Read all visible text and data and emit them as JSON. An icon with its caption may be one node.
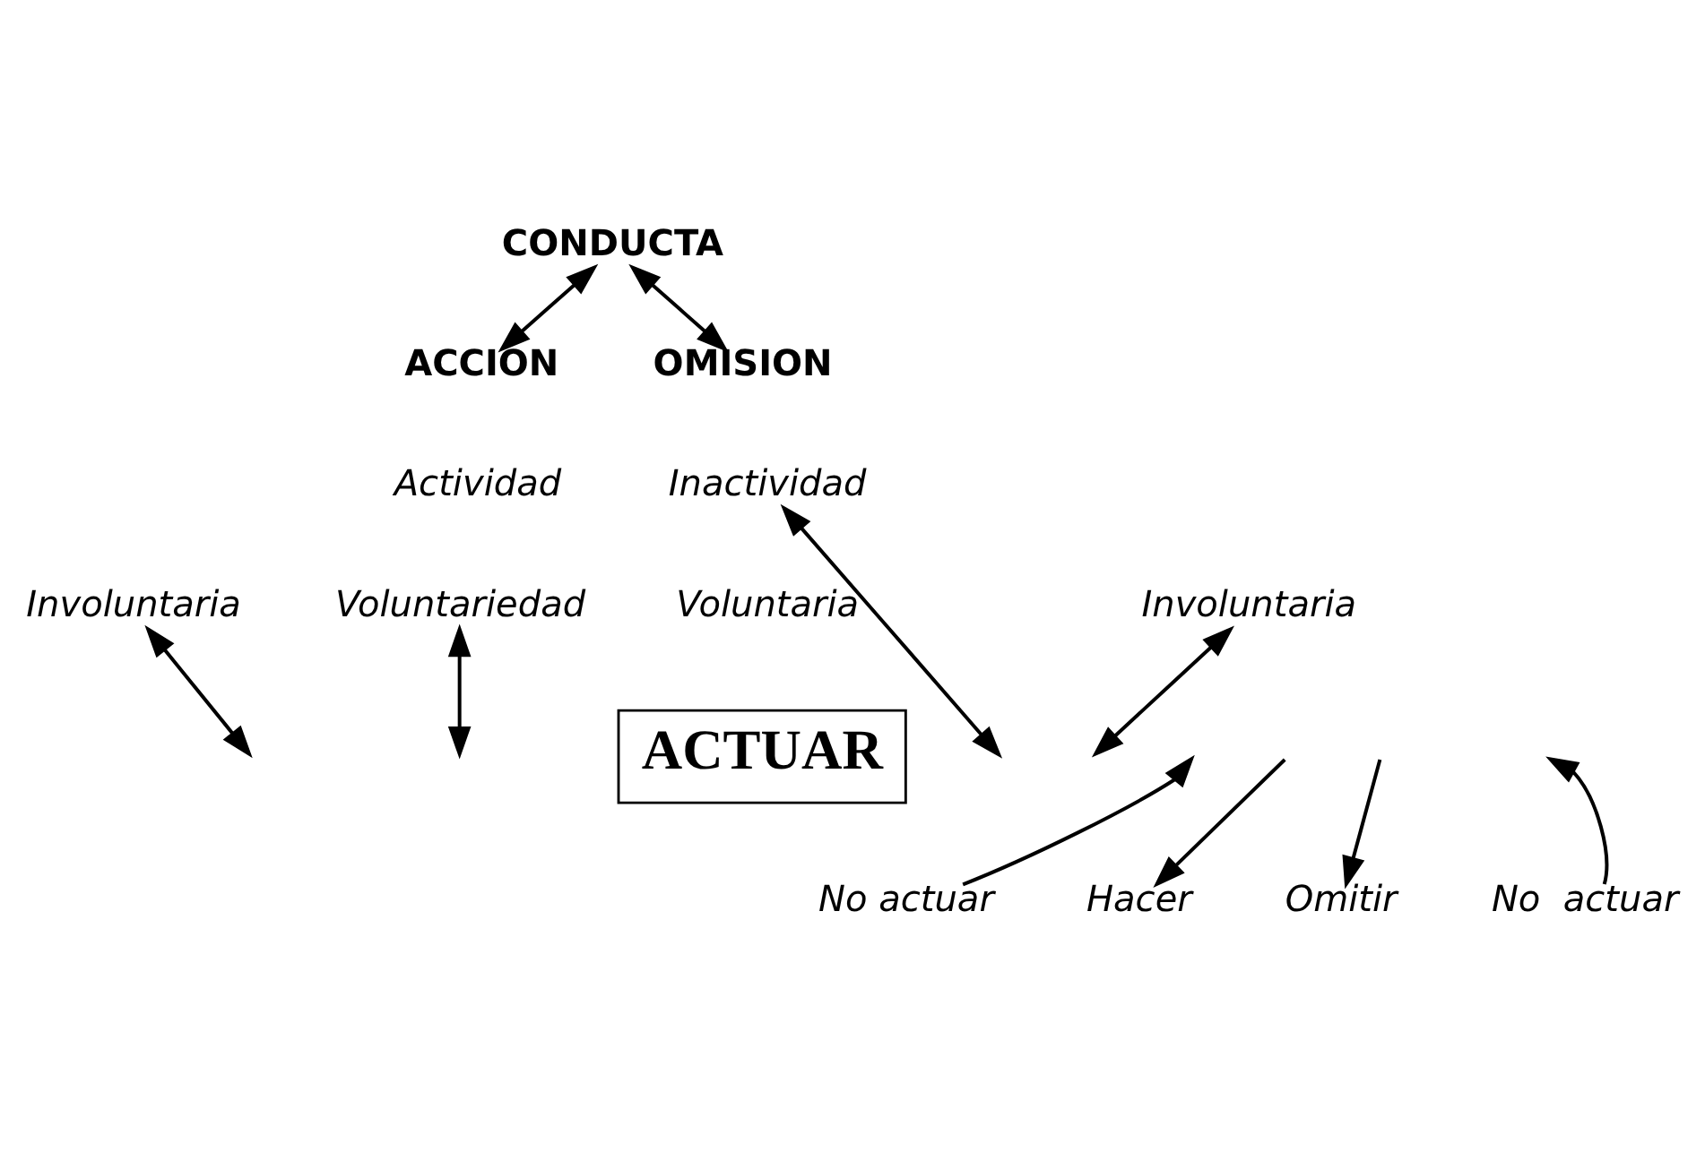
{
  "diagram": {
    "nodes": [
      {
        "text": [
          "CONDUCTA"
        ]
      },
      {
        "text": [
          "ACCION"
        ]
      },
      {
        "text": [
          "OMISION"
        ]
      },
      {
        "text": [
          "Actividad"
        ]
      },
      {
        "text": [
          "Involuntaria"
        ]
      },
      {
        "text": [
          "Voluntariedad"
        ]
      },
      {
        "text": [
          "Inactividad"
        ]
      },
      {
        "text": [
          "Voluntaria"
        ]
      },
      {
        "text": [
          "Involuntaria"
        ]
      },
      {
        "text": [
          "ACTUAR"
        ]
      },
      {
        "text": [
          "No actuar"
        ]
      },
      {
        "text": [
          "Hacer"
        ]
      },
      {
        "text": [
          "Omitir"
        ]
      },
      {
        "text": [
          "No  actuar"
        ]
      }
    ],
    "edges": [
      {
        "from": 0,
        "to": 1,
        "arrow": "both"
      },
      {
        "from": 0,
        "to": 2,
        "arrow": "both"
      },
      {
        "from": 4,
        "to": null,
        "arrow": "both"
      },
      {
        "from": 5,
        "to": null,
        "arrow": "both"
      },
      {
        "from": 6,
        "to": null,
        "arrow": "both"
      },
      {
        "from": 8,
        "to": null,
        "arrow": "both"
      },
      {
        "from": 10,
        "to": null,
        "arrow": "to"
      },
      {
        "from": null,
        "to": 11,
        "arrow": "to"
      },
      {
        "from": null,
        "to": 12,
        "arrow": "to"
      },
      {
        "from": 13,
        "to": null,
        "arrow": "to"
      }
    ]
  }
}
